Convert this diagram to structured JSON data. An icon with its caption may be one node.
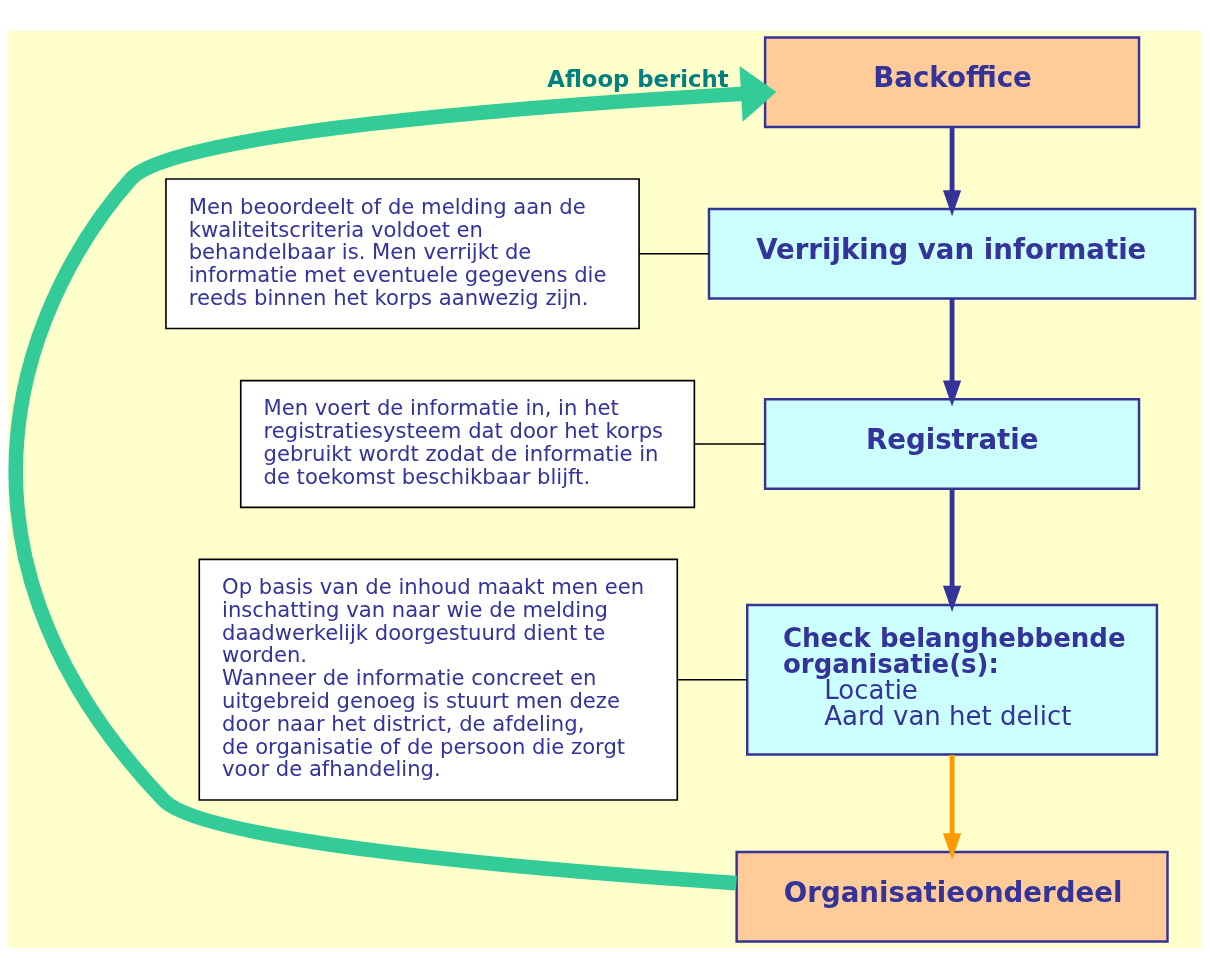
{
  "diagram": {
    "nodes": [
      {
        "text": [
          "Backoffice"
        ]
      },
      {
        "text": [
          "Verrijking van informatie"
        ]
      },
      {
        "text": [
          "Registratie"
        ]
      },
      {
        "text": [
          "Check belanghebbende organisatie(s):",
          "Locatie",
          "Aard van het delict"
        ]
      },
      {
        "text": [
          "Organisatieonderdeel"
        ]
      },
      {
        "text": [
          "Men beoordeelt of de melding aan de kwaliteitscriteria voldoet en behandelbaar is. Men verrijkt de informatie met eventuele gegevens die reeds binnen het korps aanwezig zijn."
        ]
      },
      {
        "text": [
          "Men voert de informatie in, in het registratiesysteem dat door het korps gebruikt wordt zodat de informatie in de toekomst beschikbaar blijft."
        ]
      },
      {
        "text": [
          "Op basis van de inhoud maakt men een inschatting van naar wie de melding daadwerkelijk doorgestuurd dient te worden.",
          "Wanneer de informatie concreet en uitgebreid genoeg is stuurt men deze door naar het district, de afdeling, de organisatie of de persoon die zorgt voor de afhandeling."
        ]
      }
    ],
    "edges": [
      {
        "from": 0,
        "to": 1,
        "arrow": "to"
      },
      {
        "from": 1,
        "to": 2,
        "arrow": "to"
      },
      {
        "from": 2,
        "to": 3,
        "arrow": "to"
      },
      {
        "from": 3,
        "to": 4,
        "arrow": "to",
        "color": "#ff9900"
      },
      {
        "from": 4,
        "to": 0,
        "arrow": "to",
        "style": "thick",
        "color": "#33cc99",
        "label": "Afloop bericht"
      },
      {
        "from": 5,
        "to": 1,
        "arrow": "none",
        "color": "#000000"
      },
      {
        "from": 6,
        "to": 2,
        "arrow": "none",
        "color": "#000000"
      },
      {
        "from": 7,
        "to": 3,
        "arrow": "none",
        "color": "#000000"
      }
    ]
  }
}
